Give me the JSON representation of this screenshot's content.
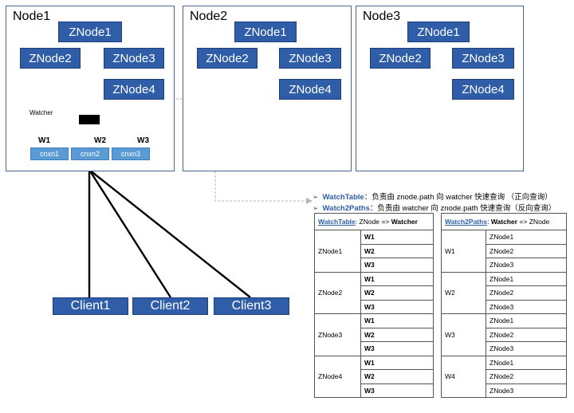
{
  "nodes": [
    {
      "title": "Node1",
      "znodes": [
        "ZNode1",
        "ZNode2",
        "ZNode3",
        "ZNode4"
      ]
    },
    {
      "title": "Node2",
      "znodes": [
        "ZNode1",
        "ZNode2",
        "ZNode3",
        "ZNode4"
      ]
    },
    {
      "title": "Node3",
      "znodes": [
        "ZNode1",
        "ZNode2",
        "ZNode3",
        "ZNode4"
      ]
    }
  ],
  "watcher": {
    "label": "Watcher",
    "workers": [
      "W1",
      "W2",
      "W3"
    ],
    "connections": [
      "cnxn1",
      "cnxn2",
      "cnxn3"
    ]
  },
  "clients": [
    "Client1",
    "Client2",
    "Client3"
  ],
  "descriptions": [
    {
      "bullet": "➢",
      "key": "WatchTable",
      "sep": "：",
      "text": "负责由 znode.path 向 watcher 快速查询 （正向查询）"
    },
    {
      "bullet": "➢",
      "key": "Watch2Paths",
      "sep": "：",
      "text": "负责由 watcher 向 znode.path 快速查询（反向查询）"
    }
  ],
  "watch_table": {
    "title": "WatchTable",
    "sep": ":",
    "from": "ZNode",
    "arrow": "=>",
    "to": "Watcher",
    "rows": [
      {
        "key": "ZNode1",
        "values": [
          "W1",
          "W2",
          "W3"
        ]
      },
      {
        "key": "ZNode2",
        "values": [
          "W1",
          "W2",
          "W3"
        ]
      },
      {
        "key": "ZNode3",
        "values": [
          "W1",
          "W2",
          "W3"
        ]
      },
      {
        "key": "ZNode4",
        "values": [
          "W1",
          "W2",
          "W3"
        ]
      }
    ]
  },
  "watch2paths": {
    "title": "Watch2Paths",
    "sep": ":",
    "from": "Watcher",
    "arrow": "=>",
    "to": "ZNode",
    "rows": [
      {
        "key": "W1",
        "values": [
          "ZNode1",
          "ZNode2",
          "ZNode3"
        ]
      },
      {
        "key": "W2",
        "values": [
          "ZNode1",
          "ZNode2",
          "ZNode3"
        ]
      },
      {
        "key": "W3",
        "values": [
          "ZNode1",
          "ZNode2",
          "ZNode3"
        ]
      },
      {
        "key": "W4",
        "values": [
          "ZNode1",
          "ZNode2",
          "ZNode3"
        ]
      }
    ]
  }
}
